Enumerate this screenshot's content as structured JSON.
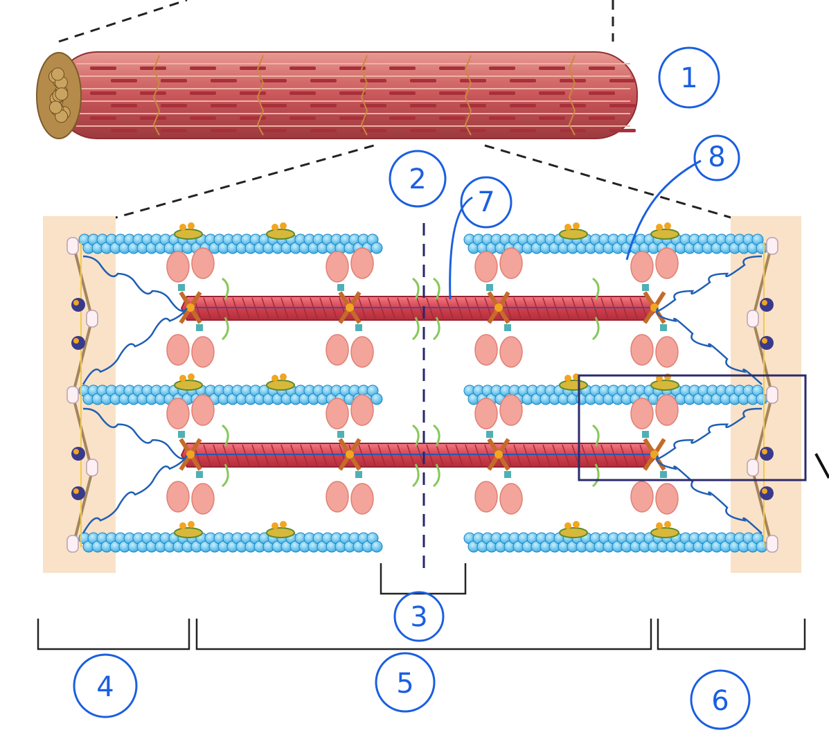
{
  "labels": {
    "l1": "1",
    "l2": "2",
    "l3": "3",
    "l4": "4",
    "l5": "5",
    "l6": "6",
    "l7": "7",
    "l8": "8"
  },
  "colors": {
    "fiber": "#c9575a",
    "fiber_dark": "#8e2e33",
    "fiber_end": "#a88a3a",
    "actin": "#5fc4ef",
    "myosin_head": "#f3a49b",
    "thick_filament": "#e0525e",
    "zdisc": "#f9e2c8",
    "titin": "#1f5fb3",
    "annotation": "#1a5fe0",
    "box": "#2b2a6b"
  },
  "icons": [
    "muscle-fiber-icon",
    "sarcomere-icon"
  ]
}
